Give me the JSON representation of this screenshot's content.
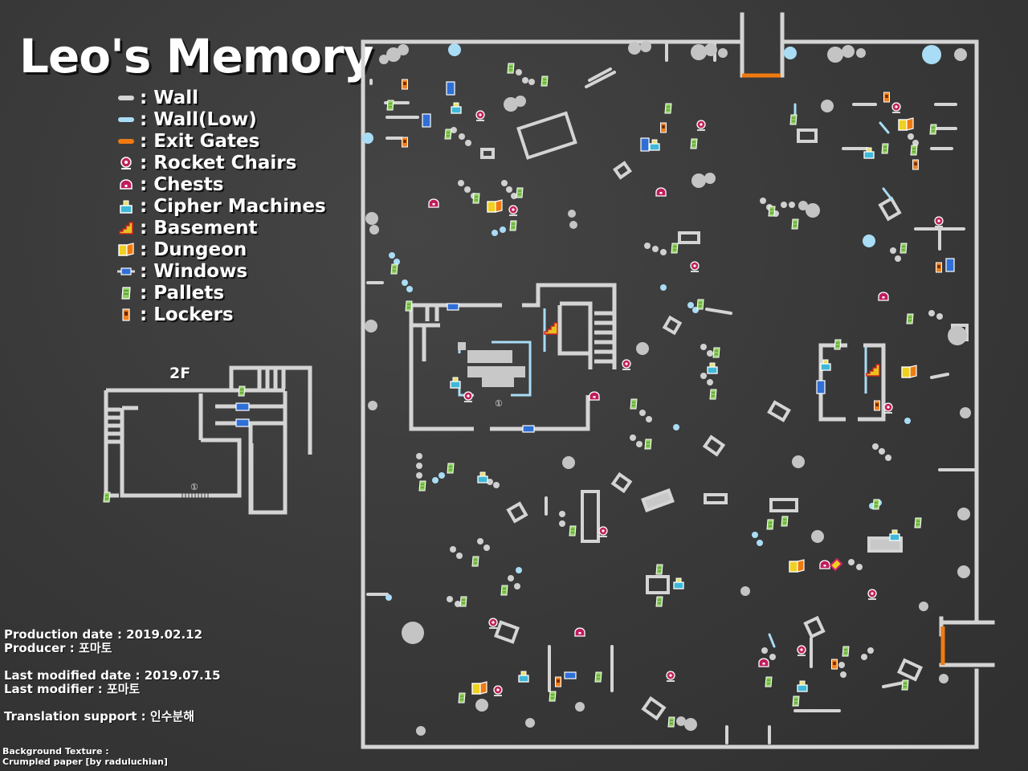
{
  "title": "Leo's Memory",
  "legend": [
    {
      "label": ": Wall",
      "icon": "wall-icon",
      "color": "#d4d4d4"
    },
    {
      "label": ": Wall(Low)",
      "icon": "wall-low-icon",
      "color": "#a9dcf5"
    },
    {
      "label": ": Exit Gates",
      "icon": "exit-gate-icon",
      "color": "#f07a10"
    },
    {
      "label": ": Rocket Chairs",
      "icon": "rocket-chair-icon",
      "color": "#c0245a"
    },
    {
      "label": ": Chests",
      "icon": "chest-icon",
      "color": "#c01c5c"
    },
    {
      "label": ": Cipher Machines",
      "icon": "cipher-machine-icon",
      "color": "#3fb8d8"
    },
    {
      "label": ": Basement",
      "icon": "basement-icon",
      "color": "#e8c020"
    },
    {
      "label": ": Dungeon",
      "icon": "dungeon-icon",
      "color": "#f07a10"
    },
    {
      "label": ": Windows",
      "icon": "window-icon",
      "color": "#2f6fd6"
    },
    {
      "label": ": Pallets",
      "icon": "pallet-icon",
      "color": "#8fd060"
    },
    {
      "label": ": Lockers",
      "icon": "locker-icon",
      "color": "#f08020"
    }
  ],
  "floor_label": "2F",
  "marker_label": "①",
  "info": {
    "production_date": "Production date : 2019.02.12",
    "producer": "Producer : 포마토",
    "last_modified_date": "Last modified date : 2019.07.15",
    "last_modifier": "Last modifier : 포마토",
    "translation": "Translation support : 인수분해"
  },
  "credit": {
    "line1": "Background Texture :",
    "line2": "Crumpled paper [by raduluchian]"
  }
}
